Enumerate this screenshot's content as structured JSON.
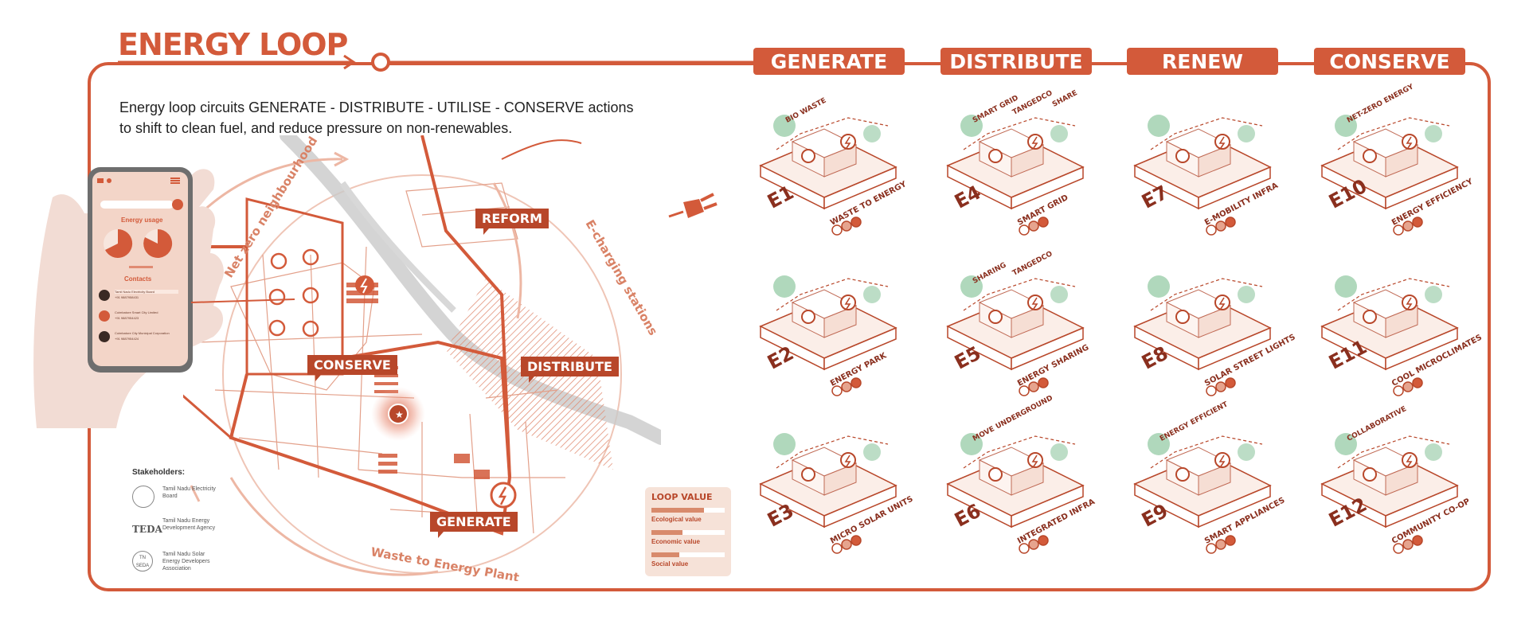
{
  "title": "ENERGY LOOP",
  "intro": {
    "line1": "Energy loop circuits  GENERATE - DISTRIBUTE - UTILISE - CONSERVE actions",
    "line2": "to shift to clean fuel, and reduce pressure on non-renewables."
  },
  "columns": [
    "GENERATE",
    "DISTRIBUTE",
    "RENEW",
    "CONSERVE"
  ],
  "map": {
    "tags": {
      "reform": "REFORM",
      "conserve": "CONSERVE",
      "distribute": "DISTRIBUTE",
      "generate": "GENERATE"
    },
    "arcs": {
      "net_zero": "Net zero neighbourhood",
      "e_charging": "E-charging stations",
      "waste": "Waste to Energy Plant"
    }
  },
  "phone": {
    "usage_title": "Energy usage",
    "contacts_title": "Contacts",
    "contacts": [
      {
        "name": "Tamil Nadu Electricity Board",
        "phone": "+91 9887958431"
      },
      {
        "name": "Coimbatore Smart City Limited",
        "phone": "+91 9887954423"
      },
      {
        "name": "Coimbatore City Municipal Corporation",
        "phone": "+91 9887954424"
      }
    ]
  },
  "stakeholders": {
    "title": "Stakeholders:",
    "items": [
      {
        "logo": "",
        "name": "Tamil Nadu Electricity Board"
      },
      {
        "logo": "TEDA",
        "name": "Tamil Nadu Energy Development Agency"
      },
      {
        "logo": "TN SEDA",
        "name": "Tamil Nadu Solar Energy Developers Association"
      }
    ]
  },
  "loop_value": {
    "title": "LOOP VALUE",
    "items": [
      {
        "label": "Ecological value",
        "level": 0.72
      },
      {
        "label": "Economic value",
        "level": 0.42
      },
      {
        "label": "Social value",
        "level": 0.38
      }
    ]
  },
  "cells": [
    {
      "code": "E1",
      "label": "WASTE TO ENERGY",
      "tags": [
        "BIO WASTE"
      ]
    },
    {
      "code": "E2",
      "label": "ENERGY PARK",
      "tags": []
    },
    {
      "code": "E3",
      "label": "MICRO SOLAR UNITS",
      "tags": []
    },
    {
      "code": "E4",
      "label": "SMART GRID",
      "tags": [
        "SMART GRID",
        "TANGEDCO",
        "SHARE"
      ]
    },
    {
      "code": "E5",
      "label": "ENERGY SHARING",
      "tags": [
        "SHARING",
        "TANGEDCO"
      ]
    },
    {
      "code": "E6",
      "label": "INTEGRATED INFRA",
      "tags": [
        "MOVE UNDERGROUND"
      ]
    },
    {
      "code": "E7",
      "label": "E-MOBILITY INFRA",
      "tags": []
    },
    {
      "code": "E8",
      "label": "SOLAR STREET LIGHTS",
      "tags": []
    },
    {
      "code": "E9",
      "label": "SMART APPLIANCES",
      "tags": [
        "ENERGY EFFICIENT"
      ]
    },
    {
      "code": "E10",
      "label": "ENERGY EFFICIENCY",
      "tags": [
        "NET-ZERO ENERGY"
      ]
    },
    {
      "code": "E11",
      "label": "COOL MICROCLIMATES",
      "tags": []
    },
    {
      "code": "E12",
      "label": "COMMUNITY CO-OP",
      "tags": [
        "COLLABORATIVE"
      ]
    }
  ],
  "colors": {
    "accent": "#d35a3a",
    "dark": "#8a2f1e",
    "tint": "#f3d5c8"
  }
}
